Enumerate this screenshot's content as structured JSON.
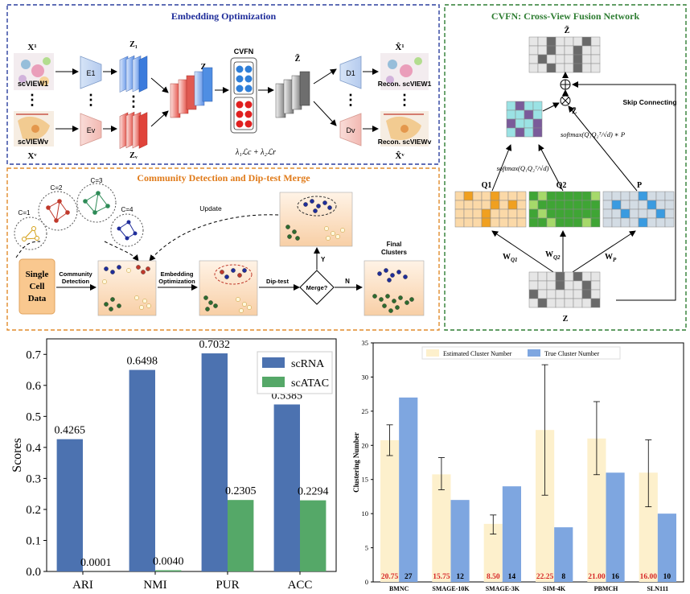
{
  "panels": {
    "embedding": {
      "title": "Embedding Optimization",
      "view1_input": "X¹",
      "viewv_input": "Xᵛ",
      "view1_name": "scVIEW1",
      "viewv_name": "scVIEWv",
      "enc1": "E1",
      "encv": "Ev",
      "z1": "Z₁",
      "zv": "Zᵥ",
      "z": "Z",
      "zt": "Z̃",
      "cvfn": "CVFN",
      "dec1": "D1",
      "decv": "Dv",
      "recon1": "Recon. scVIEW1",
      "reconv": "Recon. scVIEWv",
      "xhat1": "X̂¹",
      "xhatv": "X̂ᵛ",
      "loss": "λ₁ℒc + λ₂ℒr"
    },
    "cvfn": {
      "title": "CVFN: Cross-View Fusion Network",
      "ztilde": "Z̃",
      "ztilde2": "Z̃",
      "skip": "Skip Connecting",
      "softmax_p": "softmax(Q₁Q₂ᵀ/√d) ∗ P",
      "softmax": "softmax(Q₁Q₂ᵀ/√d)",
      "q1": "Q1",
      "q2": "Q2",
      "p": "P",
      "wq1": "W",
      "wq1_sub": "Q1",
      "wq2": "W",
      "wq2_sub": "Q2",
      "wp": "W",
      "wp_sub": "P",
      "z": "Z"
    },
    "community": {
      "title": "Community Detection and Dip-test Merge",
      "c1": "C=1",
      "c2": "C=2",
      "c3": "C=3",
      "c4": "C=4",
      "update": "Update",
      "single1": "Single",
      "single2": "Cell",
      "single3": "Data",
      "comm1": "Community",
      "comm2": "Detection",
      "emb1": "Embedding",
      "emb2": "Optimization",
      "diptest": "Dip-test",
      "merge": "Merge?",
      "yes": "Y",
      "no": "N",
      "final1": "Final",
      "final2": "Clusters"
    }
  },
  "chart_data": [
    {
      "type": "bar",
      "categories": [
        "ARI",
        "NMI",
        "PUR",
        "ACC"
      ],
      "series": [
        {
          "name": "scRNA",
          "values": [
            0.4265,
            0.6498,
            0.7032,
            0.5385
          ],
          "labels": [
            "0.4265",
            "0.6498",
            "0.7032",
            "0.5385"
          ],
          "color": "#4c72b0"
        },
        {
          "name": "scATAC",
          "values": [
            0.0001,
            0.004,
            0.2305,
            0.2294
          ],
          "labels": [
            "0.0001",
            "0.0040",
            "0.2305",
            "0.2294"
          ],
          "color": "#55a868"
        }
      ],
      "ylabel": "Scores",
      "ylim": [
        0,
        0.75
      ],
      "yticks": [
        "0.0",
        "0.1",
        "0.2",
        "0.3",
        "0.4",
        "0.5",
        "0.6",
        "0.7"
      ],
      "legend": "top-right",
      "grid": false
    },
    {
      "type": "bar",
      "categories": [
        "BMNC",
        "SMAGE-10K",
        "SMAGE-3K",
        "SIM-4K",
        "PBMCH",
        "SLN111"
      ],
      "series": [
        {
          "name": "Estimated Cluster Number",
          "values": [
            20.75,
            15.75,
            8.5,
            22.25,
            21.0,
            16.0
          ],
          "labels": [
            "20.75",
            "15.75",
            "8.50",
            "22.25",
            "21.00",
            "16.00"
          ],
          "error_low": [
            18.5,
            13.5,
            7.0,
            12.7,
            15.7,
            11.0
          ],
          "error_high": [
            23.0,
            18.2,
            9.8,
            31.8,
            26.4,
            20.8
          ],
          "color": "#fdf0cc"
        },
        {
          "name": "True Cluster Number",
          "values": [
            27,
            12,
            14,
            8,
            16,
            10
          ],
          "labels": [
            "27",
            "12",
            "14",
            "8",
            "16",
            "10"
          ],
          "color": "#7ea6e0"
        }
      ],
      "ylabel": "Clustering Number",
      "ylim": [
        0,
        35
      ],
      "yticks": [
        "0",
        "5",
        "10",
        "15",
        "20",
        "25",
        "30",
        "35"
      ],
      "legend": "top",
      "grid": false
    }
  ]
}
